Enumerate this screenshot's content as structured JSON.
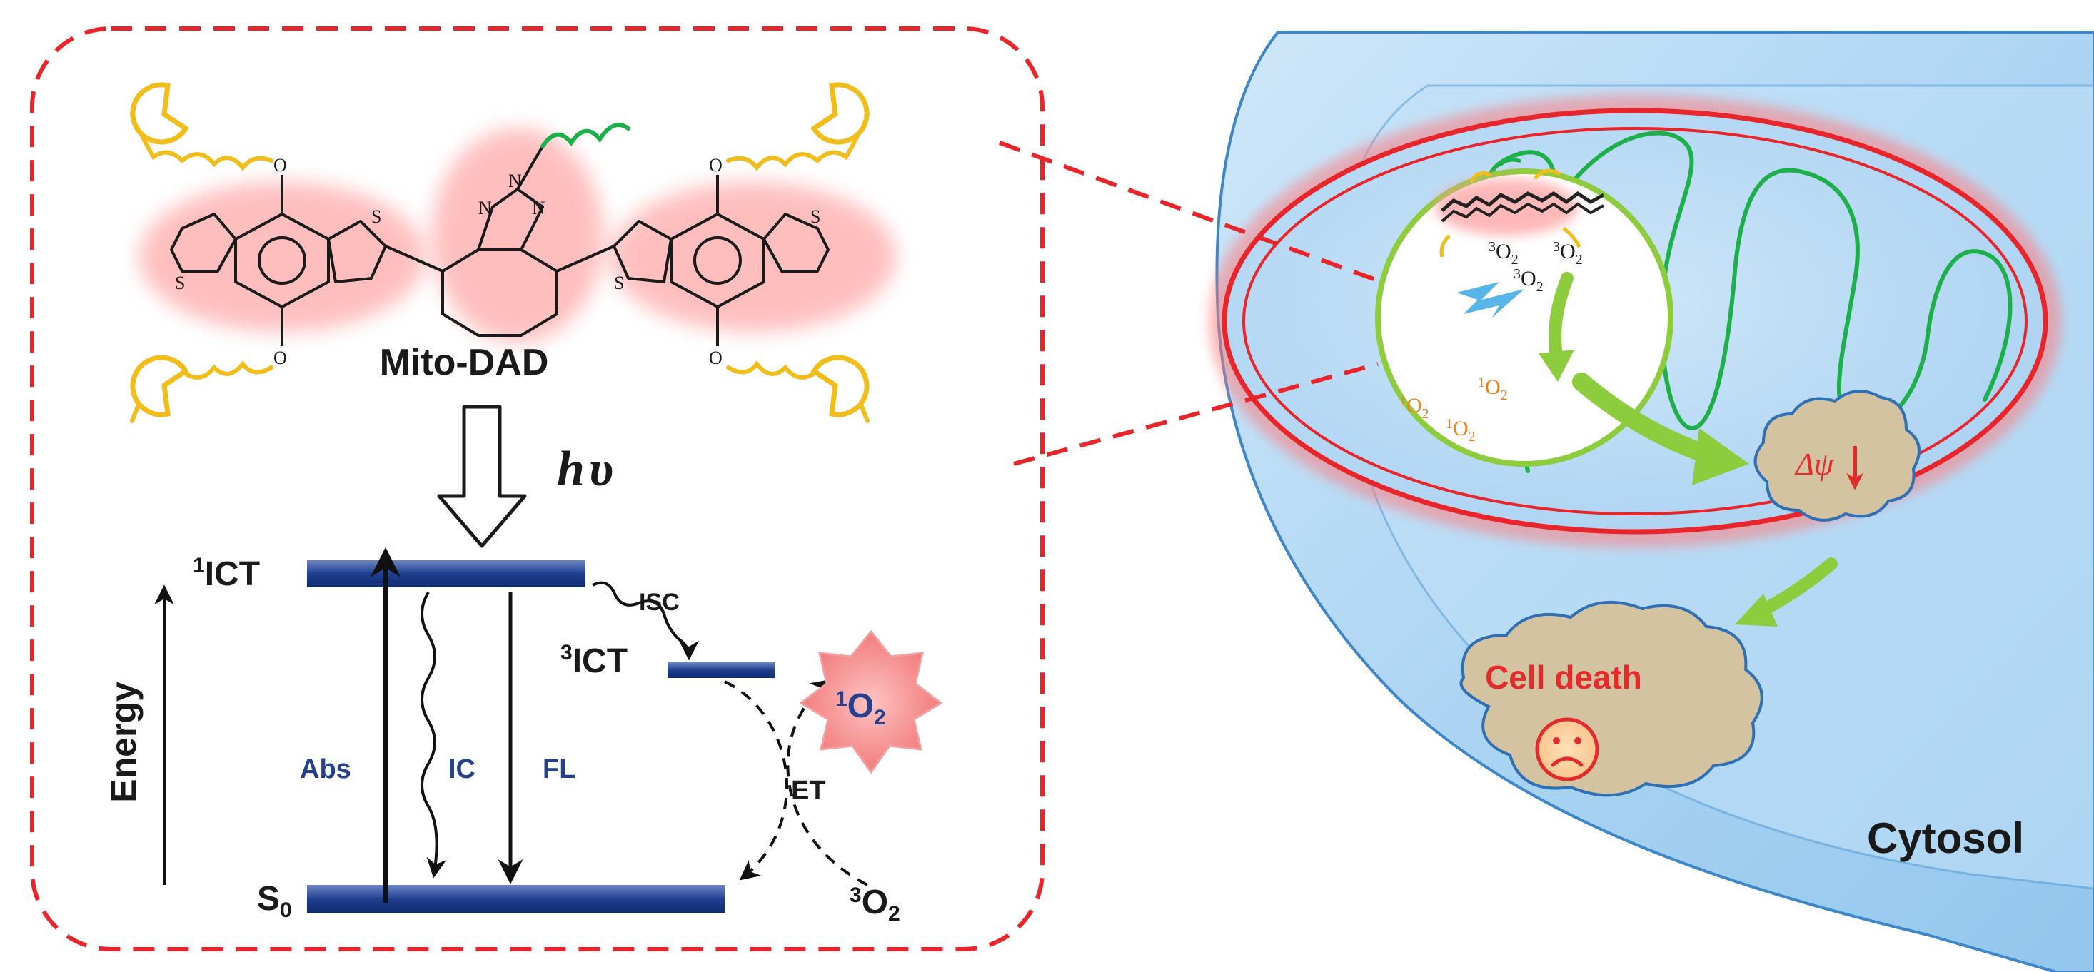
{
  "molecule": {
    "name": "Mito-DAD",
    "light": {
      "h": "h",
      "nu": "υ"
    }
  },
  "jablonski": {
    "energy_axis": "Energy",
    "s1_sup": "1",
    "s1_main": "ICT",
    "t1_sup": "3",
    "t1_main": "ICT",
    "s0_main": "S",
    "s0_sub": "0",
    "abs": "Abs",
    "ic": "IC",
    "fl": "FL",
    "isc": "ISC",
    "et": "ET",
    "singlet_oxygen": {
      "sup": "1",
      "main": "O",
      "sub": "2"
    },
    "triplet_oxygen": {
      "sup": "3",
      "main": "O",
      "sub": "2"
    }
  },
  "cell": {
    "cytosol": "Cytosol",
    "cell_death": "Cell death",
    "potential_symbol": "Δψ",
    "zoom_triplet": [
      {
        "sup": "3",
        "main": "O",
        "sub": "2"
      },
      {
        "sup": "3",
        "main": "O",
        "sub": "2"
      },
      {
        "sup": "3",
        "main": "O",
        "sub": "2"
      }
    ],
    "zoom_singlet": [
      {
        "sup": "1",
        "main": "O",
        "sub": "2"
      },
      {
        "sup": "1",
        "main": "O",
        "sub": "2"
      },
      {
        "sup": "1",
        "main": "O",
        "sub": "2"
      }
    ]
  },
  "colors": {
    "dash_red": "#e8252a",
    "level_blue": "#1f3f8f",
    "label_blue": "#24408e",
    "cytoplasm": "#a9d3f2",
    "membrane_green": "#1db04a",
    "arrow_green": "#8dcc3c",
    "cloud": "#d3c3a0",
    "death_red": "#e32b2b",
    "oxygen_orange": "#e8801c",
    "chain_yellow": "#f1bd1b"
  }
}
